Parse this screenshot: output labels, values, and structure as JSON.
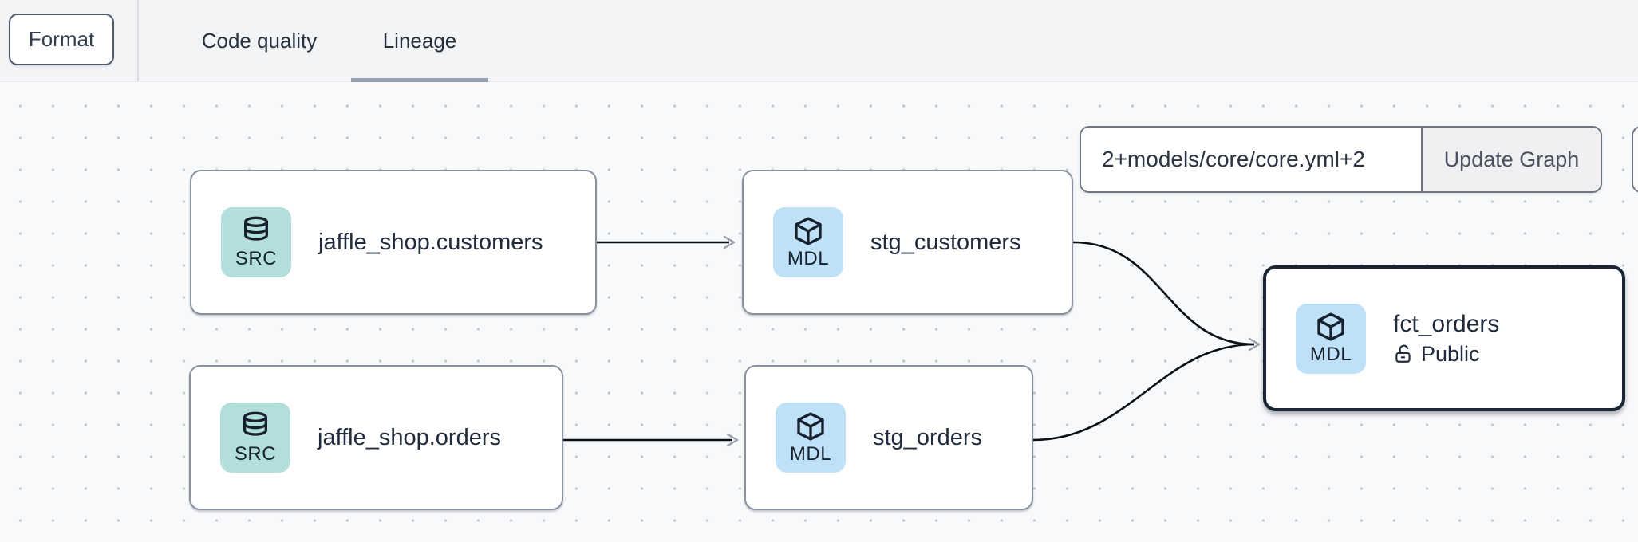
{
  "header": {
    "format_button": "Format",
    "tabs": [
      {
        "label": "Code quality",
        "active": false
      },
      {
        "label": "Lineage",
        "active": true
      }
    ]
  },
  "graph_controls": {
    "selector_input_value": "2+models/core/core.yml+2",
    "update_graph_button": "Update Graph"
  },
  "graph": {
    "nodes": [
      {
        "id": "jaffle_shop.customers",
        "badge": "SRC",
        "kind": "source",
        "label": "jaffle_shop.customers"
      },
      {
        "id": "stg_customers",
        "badge": "MDL",
        "kind": "model",
        "label": "stg_customers"
      },
      {
        "id": "jaffle_shop.orders",
        "badge": "SRC",
        "kind": "source",
        "label": "jaffle_shop.orders"
      },
      {
        "id": "stg_orders",
        "badge": "MDL",
        "kind": "model",
        "label": "stg_orders"
      },
      {
        "id": "fct_orders",
        "badge": "MDL",
        "kind": "model",
        "label": "fct_orders",
        "access": "Public",
        "selected": true
      }
    ],
    "edges": [
      {
        "from": "jaffle_shop.customers",
        "to": "stg_customers"
      },
      {
        "from": "jaffle_shop.orders",
        "to": "stg_orders"
      },
      {
        "from": "stg_customers",
        "to": "fct_orders"
      },
      {
        "from": "stg_orders",
        "to": "fct_orders"
      }
    ]
  },
  "icons": {
    "source_badge": "database-icon",
    "model_badge": "cube-icon",
    "public_access": "unlock-icon"
  },
  "colors": {
    "topbar_bg": "#f3f4f6",
    "canvas_bg": "#f8f9fb",
    "dot_grid": "#c7c9d1",
    "source_badge_bg": "#b2dfdc",
    "model_badge_bg": "#bfe1f8",
    "node_border": "#8a919e",
    "selected_node_border": "#1b2433",
    "edge_stroke": "#0c0f15",
    "arrowhead": "#99a0ad",
    "active_tab_underline": "#9aa2af",
    "text": "#202b3d"
  }
}
